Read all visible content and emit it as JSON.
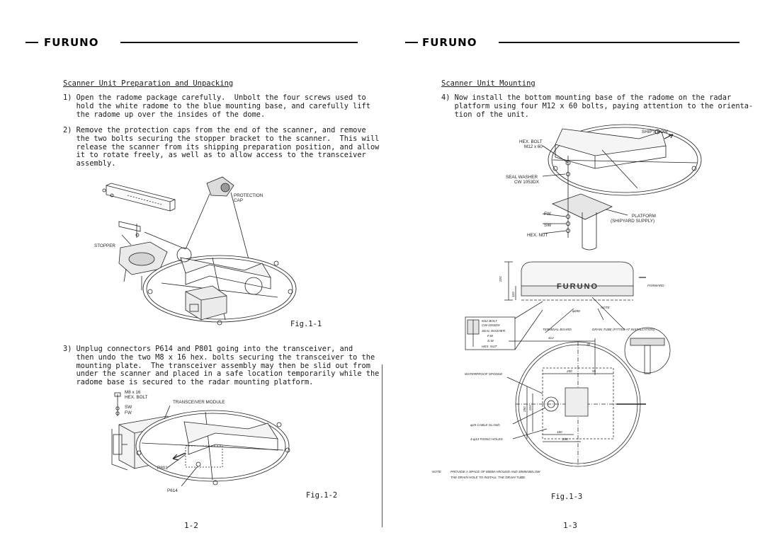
{
  "brand": "FURUNO",
  "left_page": {
    "heading": "Scanner Unit Preparation and Unpacking",
    "steps": [
      "1) Open the radome package carefully.  Unbolt the four screws used to\n   hold the white radome to the blue mounting base, and carefully lift\n   the radome up over the insides of the dome.",
      "2) Remove the protection caps from the end of the scanner, and remove\n   the two bolts securing the stopper bracket to the scanner.  This will\n   release the scanner from its shipping preparation position, and allow\n   it to rotate freely, as well as to allow access to the transceiver\n   assembly.",
      "3) Unplug connectors P614 and P801 going into the transceiver, and\n   then undo the two M8 x 16 hex. bolts securing the transceiver to the\n   mounting plate.  The transceiver assembly may then be slid out from\n   under the scanner and placed in a safe location temporarily while the\n   radome base is secured to the radar mounting platform."
    ],
    "fig1": {
      "caption": "Fig.1-1",
      "labels": {
        "protection_cap_1": "PROTECTION",
        "protection_cap_2": "CAP",
        "stopper": "STOPPER"
      }
    },
    "fig2": {
      "caption": "Fig.1-2",
      "labels": {
        "m8": "M8 x 16",
        "hexbolt": "HEX. BOLT",
        "sw": "SW",
        "fw": "FW",
        "module": "TRANSCEIVER MODULE",
        "p801": "P801",
        "p614": "P614"
      }
    },
    "page_number": "1-2"
  },
  "right_page": {
    "heading": "Scanner Unit Mounting",
    "steps": [
      "4) Now install the bottom mounting base of the radome on the radar\n   platform using four M12 x 60 bolts, paying attention to the orienta-\n   tion of the unit."
    ],
    "fig3": {
      "caption": "Fig.1-3",
      "labels": {
        "ships_bow": "SHIP'S BOW",
        "hexbolt": "HEX. BOLT",
        "m12": "M12 x 60",
        "seal_washer": "SEAL WASHER",
        "cw": "CW 1053DX",
        "fw": "FW",
        "sw": "SW",
        "hexnut": "HEX. NUT",
        "platform": "PLATFORM",
        "shipyard": "(SHIPYARD SUPPLY)",
        "forward": "FORWARD",
        "radome_logo": "FURUNO",
        "note_tag": "NOTE",
        "terminal_board": "TERMINAL BOARD",
        "drain_tube": "DRAIN TUBE (FITTED AT INSTALLATION)",
        "waterproof_sponge": "WATERPROOF SPONGE",
        "cable_gland": "φ25 CABLE GLAND",
        "fixing_holes": "4-φ13 FIXING HOLES",
        "box_hexbolt": "M12 BOLT",
        "box_cw": "CW-1053DX",
        "box_seal": "SEAL WASHER",
        "box_fw": "F.W.",
        "box_sw": "S.W.",
        "box_nut": "HEX. NUT",
        "dim_412": "412",
        "dim_250": "250",
        "dim_250v": "250",
        "dim_180": "180",
        "dim_280": "280",
        "dim_30": "30",
        "dim_55": "55",
        "dim_210": "210",
        "dim_120": "120",
        "dim_698": "φ698",
        "dim_220": "220"
      },
      "note_label": "NOTE",
      "note_line_1": "PROVIDE A SPACE OF 80MM AROUND AND 30MM BELOW",
      "note_line_2": "THE DRAIN HOLE TO INSTALL THE DRAIN TUBE."
    },
    "page_number": "1-3"
  }
}
